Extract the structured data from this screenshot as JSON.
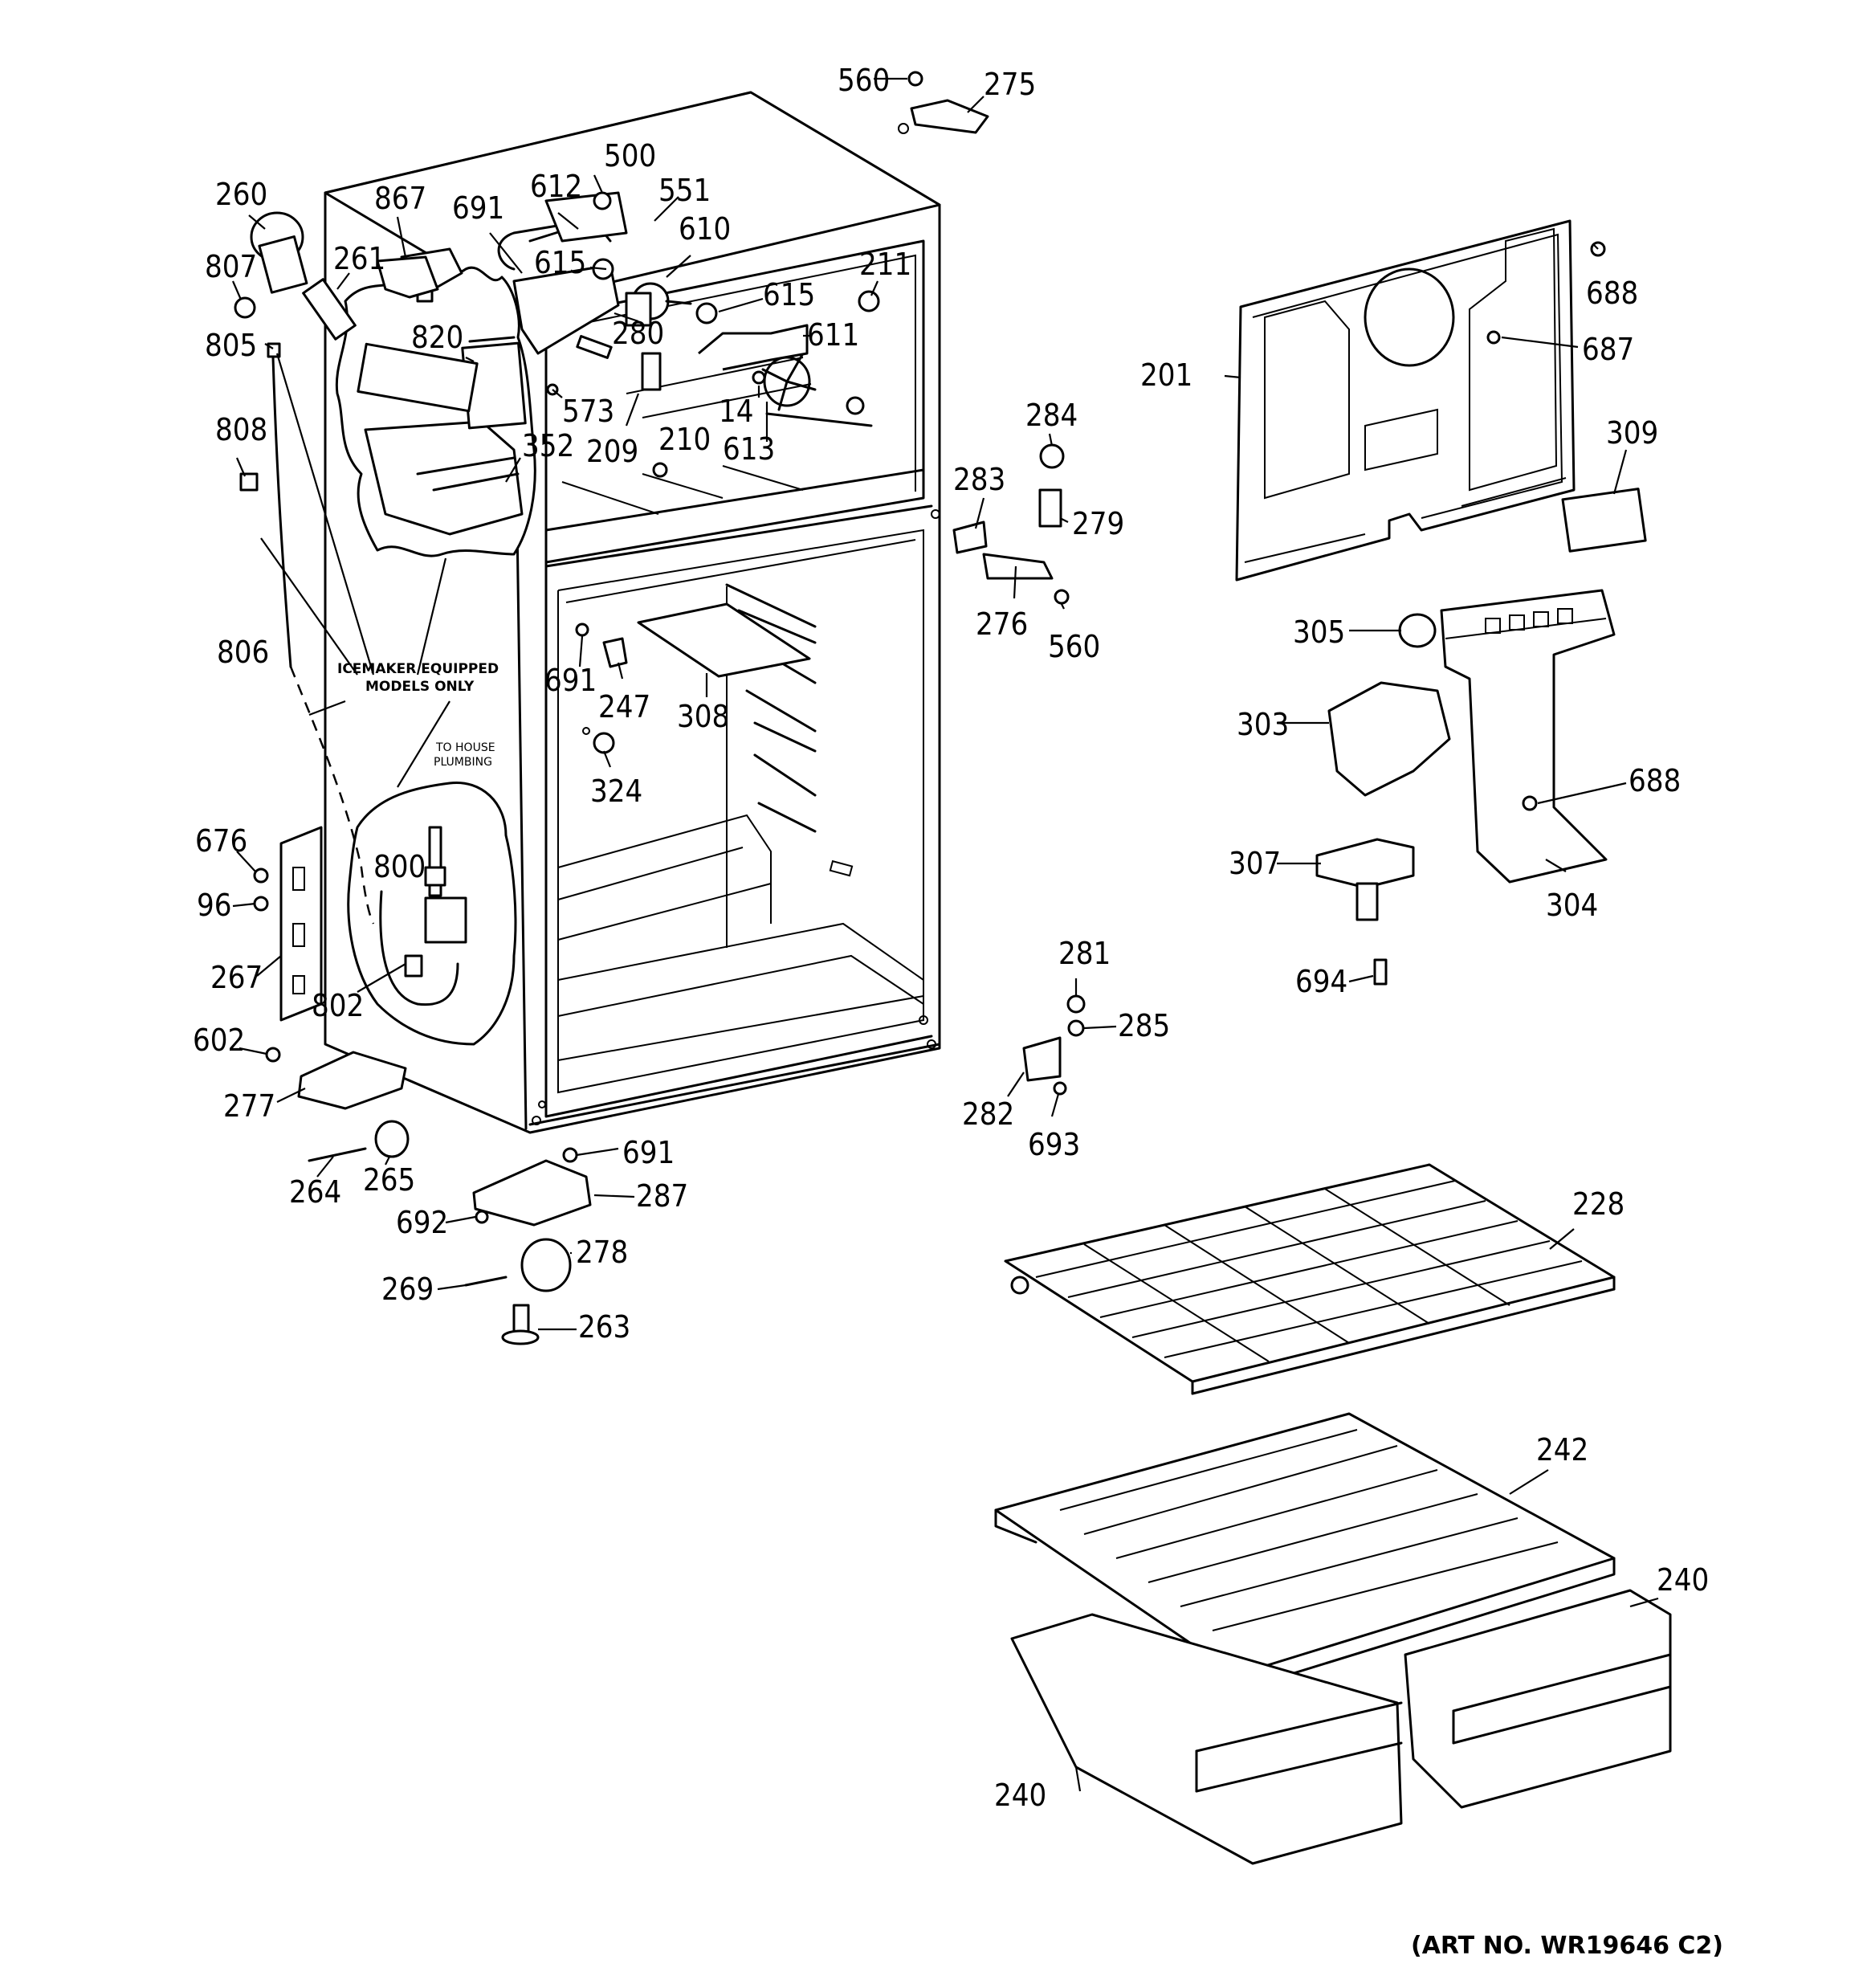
{
  "art_number": "(ART NO. WR19646 C2)",
  "notes": {
    "icemaker_line1": "ICEMAKER EQUIPPED",
    "icemaker_line2": "MODELS ONLY",
    "plumbing_line1": "TO HOUSE",
    "plumbing_line2": "PLUMBING"
  },
  "callouts": [
    {
      "id": "c560a",
      "label": "560"
    },
    {
      "id": "c275",
      "label": "275"
    },
    {
      "id": "c500",
      "label": "500"
    },
    {
      "id": "c260",
      "label": "260"
    },
    {
      "id": "c867",
      "label": "867"
    },
    {
      "id": "c691a",
      "label": "691"
    },
    {
      "id": "c612",
      "label": "612"
    },
    {
      "id": "c551",
      "label": "551"
    },
    {
      "id": "c807",
      "label": "807"
    },
    {
      "id": "c261",
      "label": "261"
    },
    {
      "id": "c610",
      "label": "610"
    },
    {
      "id": "c615a",
      "label": "615"
    },
    {
      "id": "c211",
      "label": "211"
    },
    {
      "id": "c688a",
      "label": "688"
    },
    {
      "id": "c615b",
      "label": "615"
    },
    {
      "id": "c805",
      "label": "805"
    },
    {
      "id": "c820",
      "label": "820"
    },
    {
      "id": "c280",
      "label": "280"
    },
    {
      "id": "c611",
      "label": "611"
    },
    {
      "id": "c687",
      "label": "687"
    },
    {
      "id": "c201",
      "label": "201"
    },
    {
      "id": "c573",
      "label": "573"
    },
    {
      "id": "c14",
      "label": "14"
    },
    {
      "id": "c284",
      "label": "284"
    },
    {
      "id": "c808",
      "label": "808"
    },
    {
      "id": "c209",
      "label": "209"
    },
    {
      "id": "c613",
      "label": "613"
    },
    {
      "id": "c352",
      "label": "352"
    },
    {
      "id": "c210",
      "label": "210"
    },
    {
      "id": "c309",
      "label": "309"
    },
    {
      "id": "c283",
      "label": "283"
    },
    {
      "id": "c279",
      "label": "279"
    },
    {
      "id": "c276",
      "label": "276"
    },
    {
      "id": "c560b",
      "label": "560"
    },
    {
      "id": "c305",
      "label": "305"
    },
    {
      "id": "c806",
      "label": "806"
    },
    {
      "id": "c691b",
      "label": "691"
    },
    {
      "id": "c247",
      "label": "247"
    },
    {
      "id": "c308",
      "label": "308"
    },
    {
      "id": "c303",
      "label": "303"
    },
    {
      "id": "c324",
      "label": "324"
    },
    {
      "id": "c688b",
      "label": "688"
    },
    {
      "id": "c676",
      "label": "676"
    },
    {
      "id": "c800",
      "label": "800"
    },
    {
      "id": "c307",
      "label": "307"
    },
    {
      "id": "c96",
      "label": "96"
    },
    {
      "id": "c304",
      "label": "304"
    },
    {
      "id": "c267",
      "label": "267"
    },
    {
      "id": "c802",
      "label": "802"
    },
    {
      "id": "c694",
      "label": "694"
    },
    {
      "id": "c281",
      "label": "281"
    },
    {
      "id": "c285",
      "label": "285"
    },
    {
      "id": "c602",
      "label": "602"
    },
    {
      "id": "c277",
      "label": "277"
    },
    {
      "id": "c282",
      "label": "282"
    },
    {
      "id": "c693",
      "label": "693"
    },
    {
      "id": "c691c",
      "label": "691"
    },
    {
      "id": "c264",
      "label": "264"
    },
    {
      "id": "c265",
      "label": "265"
    },
    {
      "id": "c287",
      "label": "287"
    },
    {
      "id": "c228",
      "label": "228"
    },
    {
      "id": "c692",
      "label": "692"
    },
    {
      "id": "c278",
      "label": "278"
    },
    {
      "id": "c269",
      "label": "269"
    },
    {
      "id": "c263",
      "label": "263"
    },
    {
      "id": "c242",
      "label": "242"
    },
    {
      "id": "c240a",
      "label": "240"
    },
    {
      "id": "c240b",
      "label": "240"
    }
  ]
}
